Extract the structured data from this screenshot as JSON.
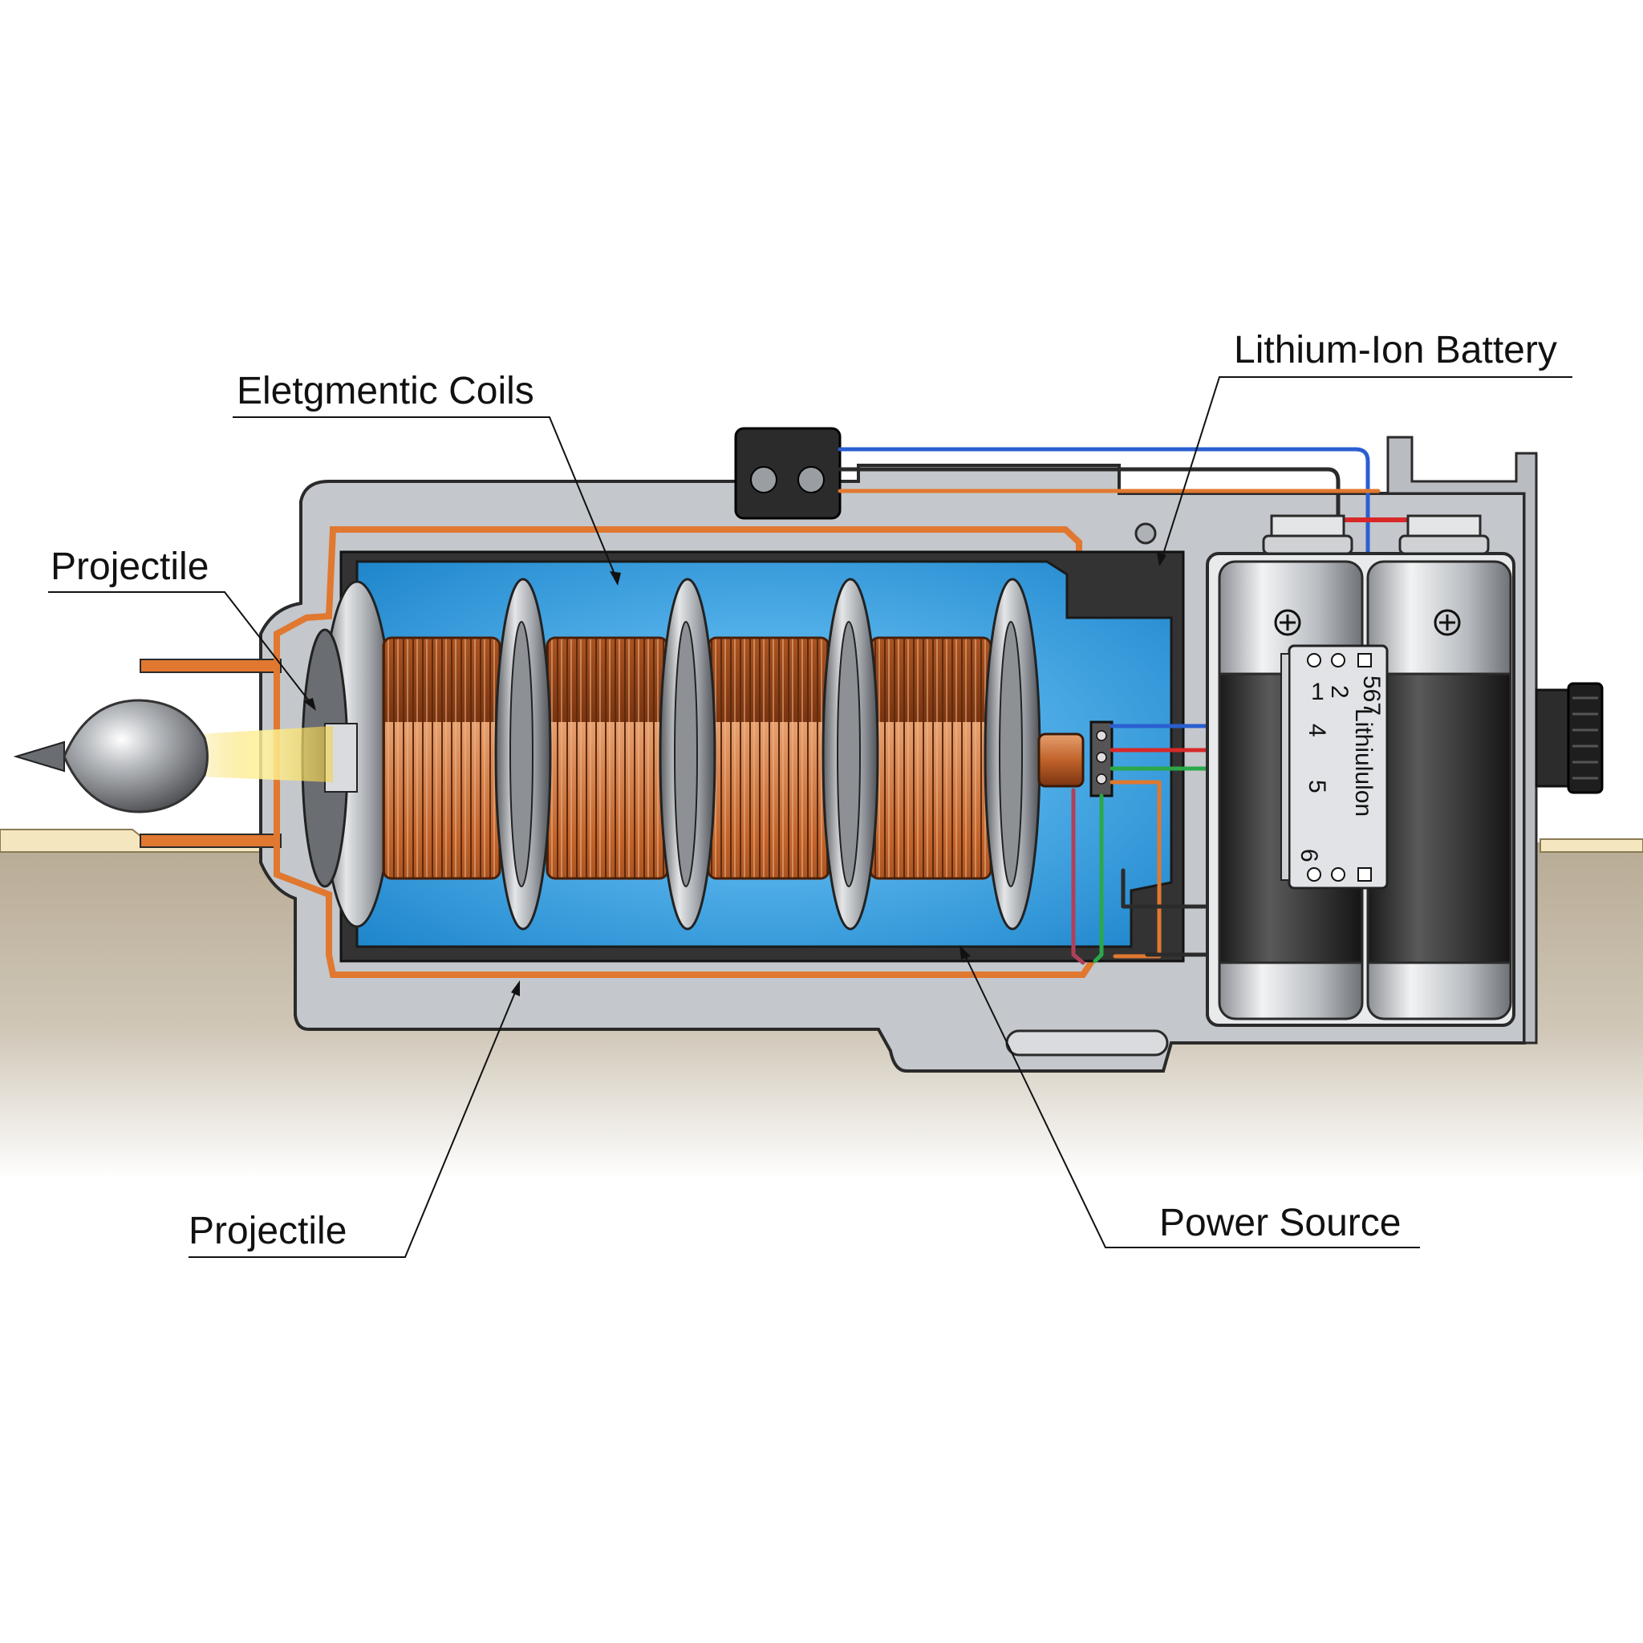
{
  "labels": {
    "coils": "Eletgmentic Coils",
    "projectile_top": "Projectile",
    "battery": "Lithium-Ion Battery",
    "projectile_bottom": "Projectile",
    "power_source": "Power Source"
  },
  "pcb": {
    "n1": "1",
    "n2": "2",
    "n3": "567",
    "n4": "4",
    "n5": "5",
    "n6": "6",
    "side_text": "Lithiululon"
  },
  "colors": {
    "coil_copper": "#c0622a",
    "chamber_blue": "#2f9fe0",
    "housing_gray": "#b9bcc0",
    "wire_orange": "#e07830",
    "wire_blue": "#2a5fd0",
    "wire_red": "#d82828",
    "wire_green": "#2aa84a",
    "ground_tan": "#c4b8a4",
    "muzzle_glow": "#f7d23a"
  },
  "icons": [
    "plus-terminal-icon",
    "screw-head-icon"
  ]
}
